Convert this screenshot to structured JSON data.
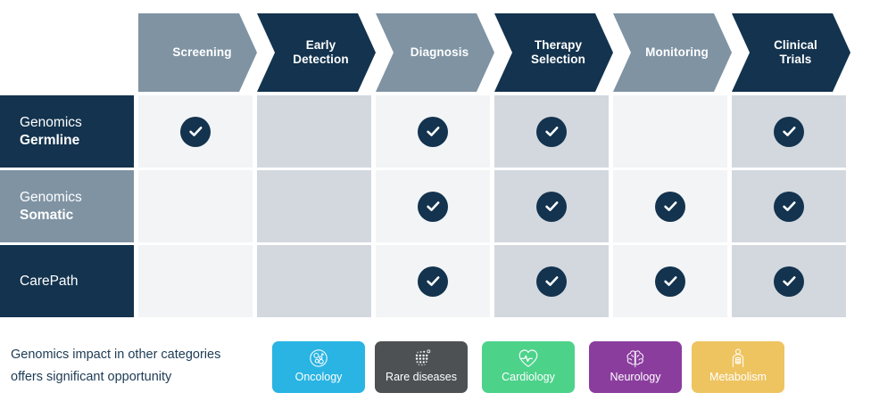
{
  "matrix": {
    "columns": [
      {
        "label": "Screening",
        "tone": "slate"
      },
      {
        "label": "Early\nDetection",
        "tone": "navy"
      },
      {
        "label": "Diagnosis",
        "tone": "slate"
      },
      {
        "label": "Therapy\nSelection",
        "tone": "navy"
      },
      {
        "label": "Monitoring",
        "tone": "slate"
      },
      {
        "label": "Clinical\nTrials",
        "tone": "navy"
      }
    ],
    "rows": [
      {
        "label_line1": "Genomics",
        "label_line2": "Germline",
        "tone": "navy",
        "checks": [
          true,
          false,
          true,
          true,
          false,
          true
        ]
      },
      {
        "label_line1": "Genomics",
        "label_line2": "Somatic",
        "tone": "slate",
        "checks": [
          false,
          false,
          true,
          true,
          true,
          true
        ]
      },
      {
        "label_line1": "CarePath",
        "label_line2": "",
        "tone": "navy",
        "checks": [
          false,
          false,
          true,
          true,
          true,
          true
        ]
      }
    ],
    "check_icon": "check-circle-icon"
  },
  "footer": {
    "note_line1": "Genomics impact in other categories",
    "note_line2": "offers significant opportunity",
    "badges": [
      {
        "label": "Oncology",
        "color": "#29b4e3",
        "icon": "cells-circle-icon"
      },
      {
        "label": "Rare diseases",
        "color": "#4d5154",
        "icon": "dot-matrix-icon"
      },
      {
        "label": "Cardiology",
        "color": "#4dd28a",
        "icon": "heart-pulse-icon"
      },
      {
        "label": "Neurology",
        "color": "#8b3d9e",
        "icon": "brain-icon"
      },
      {
        "label": "Metabolism",
        "color": "#eec460",
        "icon": "body-torso-icon"
      }
    ]
  },
  "palette": {
    "navy": "#13334e",
    "slate": "#7f93a3",
    "cell_light": "#f2f4f6",
    "cell_gray": "#d2d8de",
    "text_dark": "#1d3b55"
  }
}
